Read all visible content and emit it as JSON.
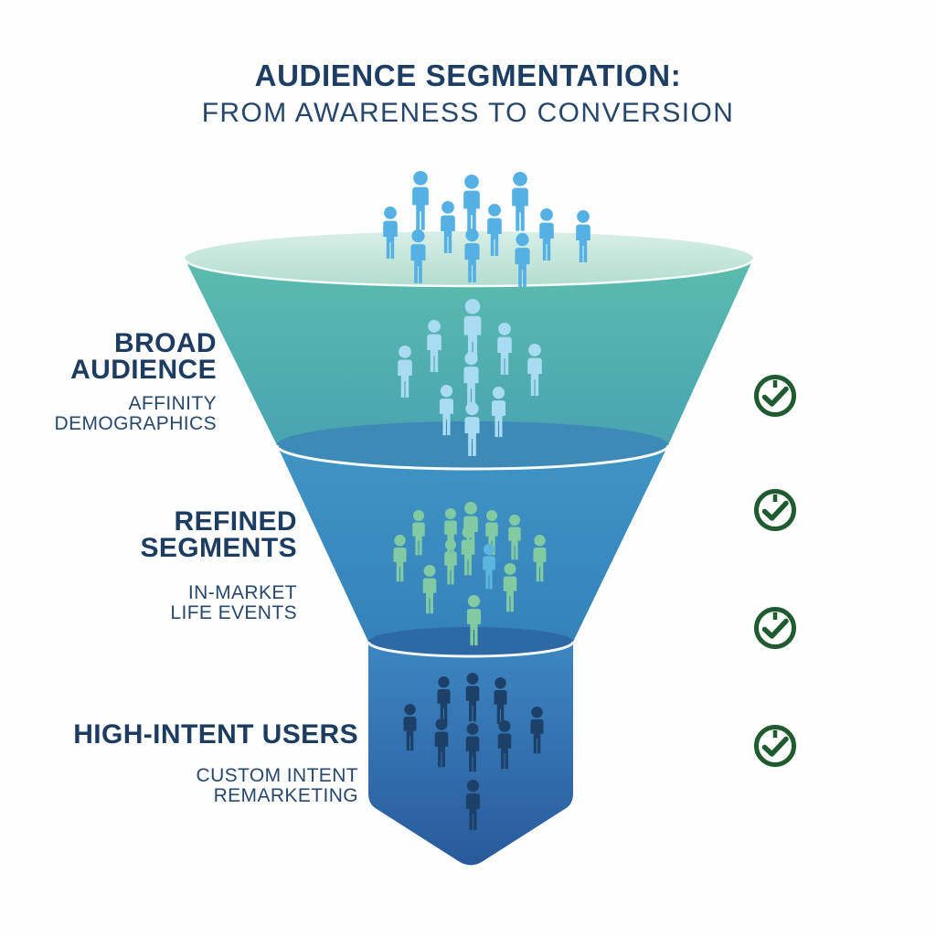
{
  "title": {
    "line1": "AUDIENCE SEGMENTATION:",
    "line2": "FROM AWARENESS TO CONVERSION"
  },
  "funnel": {
    "top_crowd": {
      "description": "awareness crowd above funnel",
      "people_count": 11,
      "people_color": "#55b1e4"
    },
    "stages": [
      {
        "label_lines": [
          "BROAD",
          "AUDIENCE"
        ],
        "tactics": [
          "AFFINITY",
          "DEMOGRAPHICS"
        ],
        "people_count": 9,
        "people_color": "#a9dbf2",
        "body_color_top": "#5cbcae",
        "body_color_bottom": "#46a0b2"
      },
      {
        "label_lines": [
          "REFINED",
          "SEGMENTS"
        ],
        "tactics": [
          "IN-MARKET",
          "LIFE EVENTS"
        ],
        "people_count": 13,
        "people_color": "#82cba2",
        "accent_person_color": "#5cb5dd",
        "body_color_top": "#3f95c4",
        "body_color_bottom": "#3480ba"
      },
      {
        "label_lines": [
          "HIGH-INTENT USERS"
        ],
        "tactics": [
          "CUSTOM INTENT",
          "REMARKETING"
        ],
        "people_count": 9,
        "people_color": "#1c4067",
        "body_color_top": "#3e87c3",
        "body_color_bottom": "#28599b"
      }
    ],
    "rim_color": "#cfe9e0",
    "divider_color": "#ffffff"
  },
  "checkmarks": {
    "count": 4,
    "color": "#1e5b2f"
  }
}
